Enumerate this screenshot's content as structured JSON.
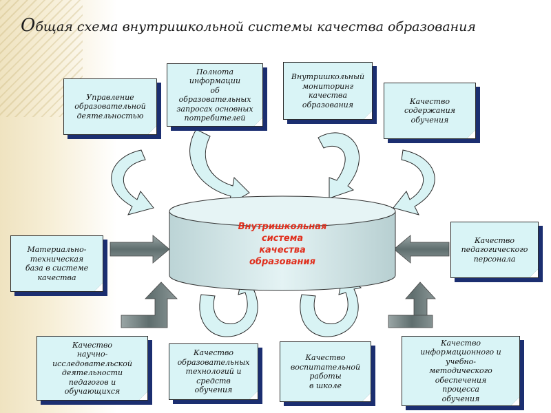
{
  "title": {
    "first_letter": "О",
    "rest": "бщая схема внутришкольной системы качества образования"
  },
  "center": {
    "label": "Внутришкольная\nсистема\nкачества\nобразования"
  },
  "boxes": {
    "upravlenie": "Управление\nобразовательной\nдеятельностью",
    "polnota": "Полнота\nинформации\nоб\nобразовательных\nзапросах основных\nпотребителей",
    "monitoring": "Внутришкольный\nмониторинг\nкачества\nобразования",
    "soderzhanie": "Качество\nсодержания\nобучения",
    "material": "Материально-\nтехническая\nбаза в системе\nкачества",
    "personal": "Качество\nпедагогического\nперсонала",
    "nauchno": "Качество\nнаучно-\nисследовательской\nдеятельности\nпедагогов и\nобучающихся",
    "tehnologii": "Качество\nобразовательных\nтехнологий и\nсредств\nобучения",
    "vospitatelnoy": "Качество\nвоспитательной\nработы\nв школе",
    "informatsionnogo": "Качество\nинформационного и\nучебно-\nметодического\nобеспечения\nпроцесса\nобучения"
  },
  "colors": {
    "box_fill": "#d9f4f6",
    "box_shadow": "#1b2e70",
    "center_fill": "#d3e8ea",
    "center_text": "#e0301e",
    "arrow_fill": "#d8f3f4",
    "arrow_gray": "#6b7a7a"
  }
}
